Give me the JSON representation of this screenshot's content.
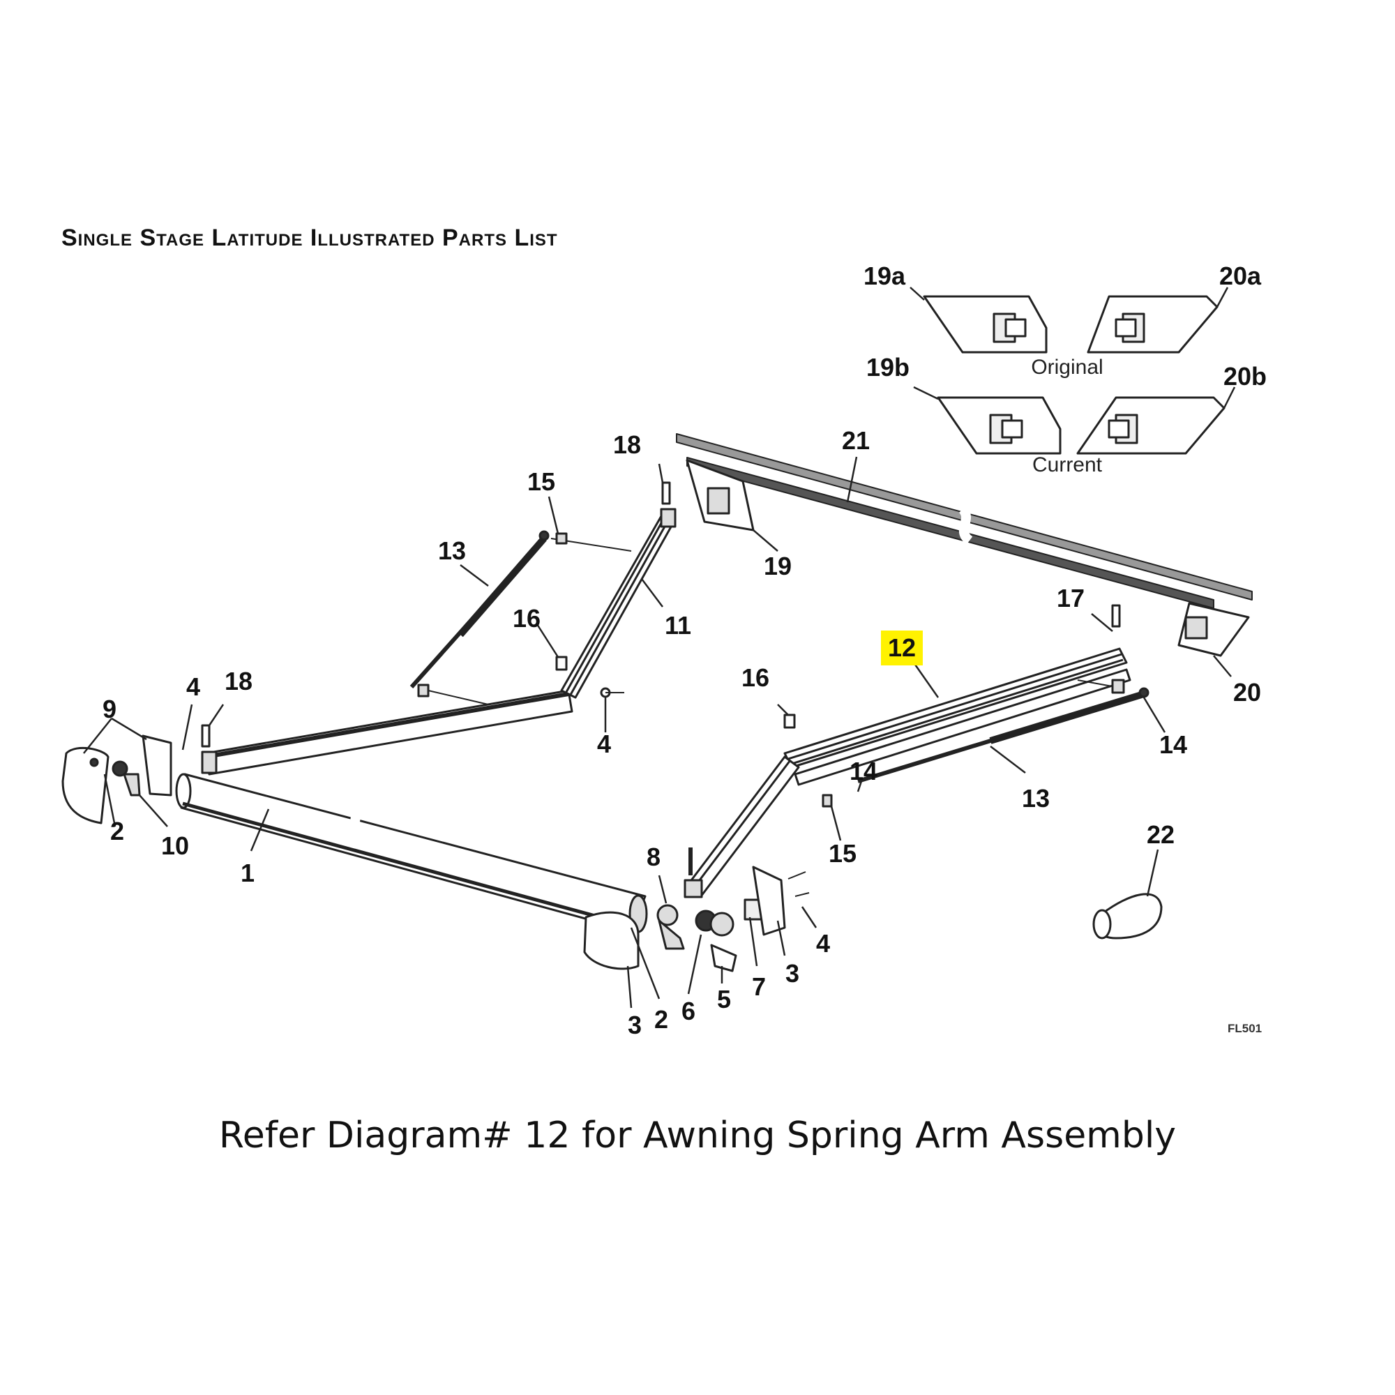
{
  "title": "Single Stage Latitude Illustrated Parts List",
  "caption": "Refer Diagram# 12 for Awning Spring Arm Assembly",
  "drawing_code": "FL501",
  "highlight_color": "#fff200",
  "inset": {
    "original_label": "Original",
    "current_label": "Current",
    "parts": [
      "19a",
      "20a",
      "19b",
      "20b"
    ]
  },
  "callouts": [
    {
      "id": "c19a",
      "text": "19a"
    },
    {
      "id": "c20a",
      "text": "20a"
    },
    {
      "id": "c19b",
      "text": "19b"
    },
    {
      "id": "c20b",
      "text": "20b"
    },
    {
      "id": "c21",
      "text": "21"
    },
    {
      "id": "c18top",
      "text": "18"
    },
    {
      "id": "c15top",
      "text": "15"
    },
    {
      "id": "c13left",
      "text": "13"
    },
    {
      "id": "c19",
      "text": "19"
    },
    {
      "id": "c11",
      "text": "11"
    },
    {
      "id": "c16left",
      "text": "16"
    },
    {
      "id": "c17",
      "text": "17"
    },
    {
      "id": "c12",
      "text": "12",
      "highlighted": true
    },
    {
      "id": "c20",
      "text": "20"
    },
    {
      "id": "c4mid",
      "text": "4"
    },
    {
      "id": "c16right",
      "text": "16"
    },
    {
      "id": "c4left",
      "text": "4"
    },
    {
      "id": "c18left",
      "text": "18"
    },
    {
      "id": "c9",
      "text": "9"
    },
    {
      "id": "c14right",
      "text": "14"
    },
    {
      "id": "c14mid",
      "text": "14"
    },
    {
      "id": "c13right",
      "text": "13"
    },
    {
      "id": "c2left",
      "text": "2"
    },
    {
      "id": "c10",
      "text": "10"
    },
    {
      "id": "c1",
      "text": "1"
    },
    {
      "id": "c15bot",
      "text": "15"
    },
    {
      "id": "c22",
      "text": "22"
    },
    {
      "id": "c8",
      "text": "8"
    },
    {
      "id": "c4right",
      "text": "4"
    },
    {
      "id": "c3right",
      "text": "3"
    },
    {
      "id": "c7",
      "text": "7"
    },
    {
      "id": "c5",
      "text": "5"
    },
    {
      "id": "c6",
      "text": "6"
    },
    {
      "id": "c2bot",
      "text": "2"
    },
    {
      "id": "c3bot",
      "text": "3"
    }
  ]
}
